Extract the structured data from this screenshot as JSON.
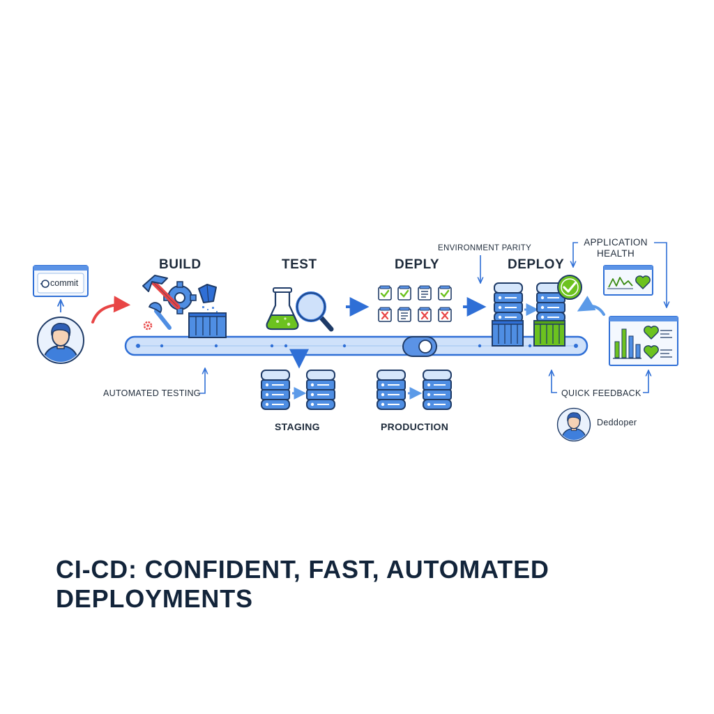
{
  "labels": {
    "commit": "commit",
    "build": "BUILD",
    "test": "TEST",
    "deply": "DEPLY",
    "deploy": "DEPLOY",
    "environment_parity": "ENVIRONMENT PARITY",
    "application_health": "APPLICATION HEALTH",
    "automated_testing": "AUTOMATED TESTING",
    "staging": "STAGING",
    "production": "PRODUCTION",
    "quick_feedback": "QUICK FEEDBACK",
    "developer": "Deddoper"
  },
  "headline": "CI-CD: CONFIDENT, FAST, AUTOMATED DEPLOYMENTS",
  "colors": {
    "primary_blue": "#2f6fd6",
    "light_blue": "#cfe1fa",
    "mid_blue": "#5b93e6",
    "dark_outline": "#1e3a66",
    "red": "#e84545",
    "green": "#6cc21f",
    "text_dark": "#12243a"
  },
  "icons": [
    "user-icon",
    "hammer-icon",
    "gear-icon",
    "wrench-icon",
    "flask-icon",
    "magnifier-icon",
    "checklist-icon",
    "server-stack-icon",
    "check-badge-icon",
    "dashboard-icon",
    "heart-icon",
    "chart-icon"
  ]
}
